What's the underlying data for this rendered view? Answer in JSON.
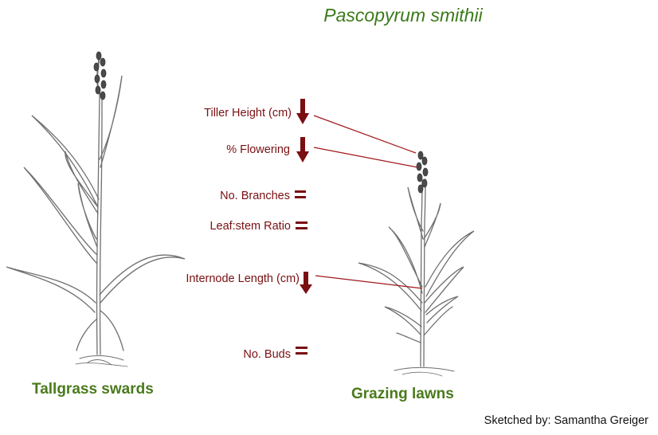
{
  "title": "Pascopyrum smithii",
  "traits": [
    {
      "label": "Tiller Height (cm)",
      "change": "decrease"
    },
    {
      "label": "% Flowering",
      "change": "decrease"
    },
    {
      "label": "No. Branches",
      "change": "equal"
    },
    {
      "label": "Leaf:stem Ratio",
      "change": "equal"
    },
    {
      "label": "Internode  Length (cm)",
      "change": "decrease"
    },
    {
      "label": "No. Buds",
      "change": "equal"
    }
  ],
  "plants": [
    {
      "caption": "Tallgrass swards"
    },
    {
      "caption": "Grazing lawns"
    }
  ],
  "credit": "Sketched by: Samantha Greiger",
  "colors": {
    "title": "#3c7a1a",
    "trait_text": "#7a0f12",
    "indicator": "#7a0f12",
    "caption": "#4a7a1c",
    "sketch": "#6f6f6f"
  }
}
